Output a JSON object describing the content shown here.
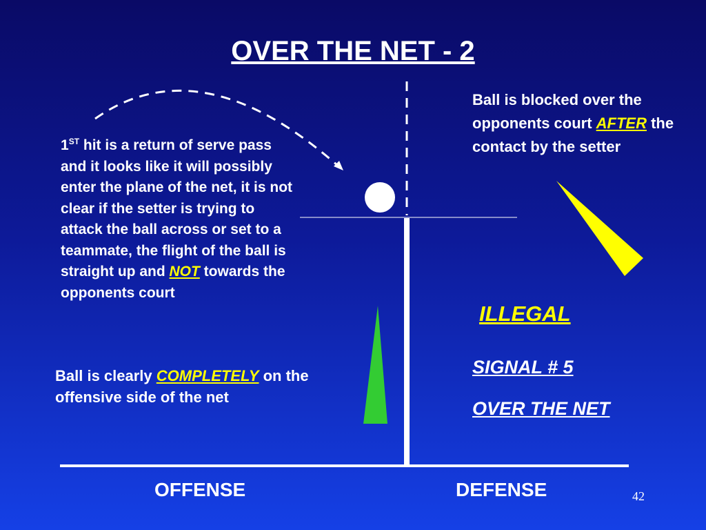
{
  "title": "OVER THE NET - 2",
  "para1": {
    "ordinal": "1",
    "ordinal_suffix": "ST",
    "text_before": " hit is a return of serve pass and it looks like it will possibly enter the plane of the net, it is not clear if the setter is trying to attack the ball across or set to a teammate, the flight of the ball is straight up and ",
    "emphasis": "NOT",
    "text_after": " towards the opponents court"
  },
  "para2": {
    "text_before": "Ball is clearly ",
    "emphasis": "COMPLETELY",
    "text_after": " on the offensive side of the net"
  },
  "para3": {
    "text_before": "Ball is blocked over the opponents court ",
    "emphasis": "AFTER",
    "text_after": " the contact by the setter"
  },
  "verdict": "ILLEGAL",
  "signal": "SIGNAL # 5",
  "signal_name": "OVER THE NET",
  "offense_label": "OFFENSE",
  "defense_label": "DEFENSE",
  "page_number": "42",
  "colors": {
    "background_top": "#0a0a66",
    "background_bottom": "#1540e6",
    "emphasis": "#ffff00",
    "green_pointer": "#33cc33",
    "yellow_pointer": "#ffff00",
    "lines": "#ffffff"
  }
}
